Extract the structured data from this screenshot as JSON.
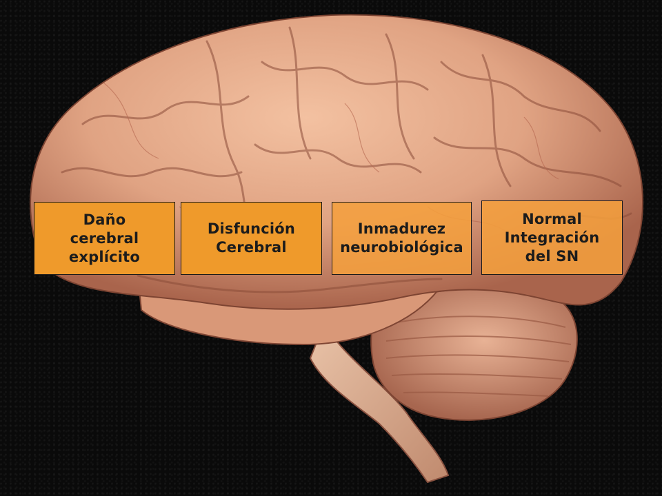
{
  "boxes": [
    {
      "id": "danio",
      "label": "Daño\ncerebral\nexplícito"
    },
    {
      "id": "disfuncion",
      "label": "Disfunción\nCerebral"
    },
    {
      "id": "inmadurez",
      "label": "Inmadurez\nneurobiológica"
    },
    {
      "id": "normal",
      "label": "Normal\nIntegración\ndel  SN"
    }
  ],
  "colors": {
    "background": "#0a0a0a",
    "box_fill": "#ef9a2b",
    "box_border": "#1a1a1a",
    "brain_base": "#e3a98a",
    "brain_shadow": "#9c5a45"
  }
}
